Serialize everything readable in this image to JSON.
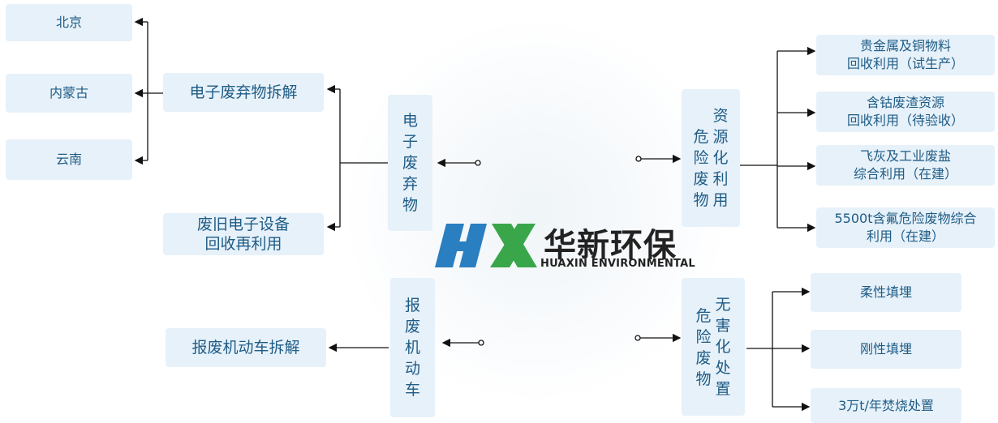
{
  "left": {
    "regions": [
      "北京",
      "内蒙古",
      "云南"
    ],
    "dismantle": "电子废弃物拆解",
    "recycle": [
      "废旧电子设备",
      "回收再利用"
    ],
    "vehicle_dismantle": "报废机动车拆解"
  },
  "center": {
    "ewaste": [
      "电",
      "子",
      "废",
      "弃",
      "物"
    ],
    "vehicle": [
      "报",
      "废",
      "机",
      "动",
      "车"
    ],
    "logo_cn": "华新环保",
    "logo_en": "HUAXIN ENVIRONMENTAL",
    "logo_letters": "HX"
  },
  "right": {
    "resource_col1": [
      "危",
      "险",
      "废",
      "物"
    ],
    "resource_col2": [
      "资",
      "源",
      "化",
      "利",
      "用"
    ],
    "harmless_col1": [
      "危",
      "险",
      "废",
      "物"
    ],
    "harmless_col2": [
      "无",
      "害",
      "化",
      "处",
      "置"
    ],
    "resource_items": [
      [
        "贵金属及铜物料",
        "回收利用（试生产）"
      ],
      [
        "含钴废渣资源",
        "回收利用（待验收）"
      ],
      [
        "飞灰及工业废盐",
        "综合利用（在建）"
      ],
      [
        "5500t含氟危险废物综合",
        "利用（在建）"
      ]
    ],
    "harmless_items": [
      "柔性填埋",
      "刚性填埋",
      "3万t/年焚烧处置"
    ]
  },
  "colors": {
    "box_bg": "#e7f1f9",
    "text": "#1e5c86",
    "logo_blue": "#2a7fc1",
    "logo_green": "#3aa64a"
  }
}
